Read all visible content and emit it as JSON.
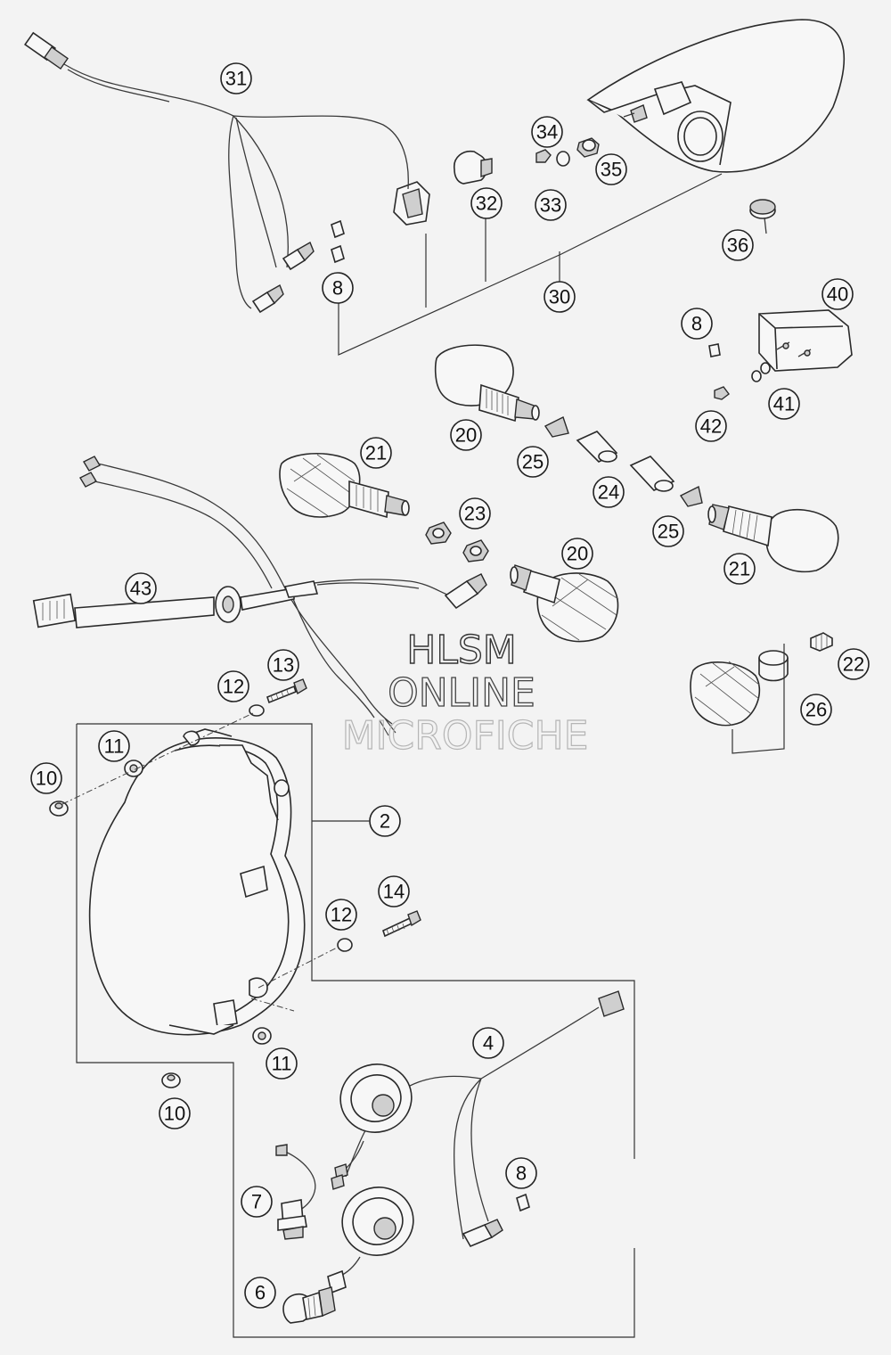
{
  "diagram": {
    "callouts": [
      {
        "id": "c31",
        "label": "31"
      },
      {
        "id": "c34",
        "label": "34"
      },
      {
        "id": "c35",
        "label": "35"
      },
      {
        "id": "c32",
        "label": "32"
      },
      {
        "id": "c33",
        "label": "33"
      },
      {
        "id": "c36",
        "label": "36"
      },
      {
        "id": "c8a",
        "label": "8"
      },
      {
        "id": "c30",
        "label": "30"
      },
      {
        "id": "c40",
        "label": "40"
      },
      {
        "id": "c8b",
        "label": "8"
      },
      {
        "id": "c41",
        "label": "41"
      },
      {
        "id": "c42",
        "label": "42"
      },
      {
        "id": "c20a",
        "label": "20"
      },
      {
        "id": "c21a",
        "label": "21"
      },
      {
        "id": "c25a",
        "label": "25"
      },
      {
        "id": "c24",
        "label": "24"
      },
      {
        "id": "c23",
        "label": "23"
      },
      {
        "id": "c25b",
        "label": "25"
      },
      {
        "id": "c20b",
        "label": "20"
      },
      {
        "id": "c21b",
        "label": "21"
      },
      {
        "id": "c43",
        "label": "43"
      },
      {
        "id": "c22",
        "label": "22"
      },
      {
        "id": "c13",
        "label": "13"
      },
      {
        "id": "c12a",
        "label": "12"
      },
      {
        "id": "c26",
        "label": "26"
      },
      {
        "id": "c11a",
        "label": "11"
      },
      {
        "id": "c10a",
        "label": "10"
      },
      {
        "id": "c2",
        "label": "2"
      },
      {
        "id": "c14",
        "label": "14"
      },
      {
        "id": "c12b",
        "label": "12"
      },
      {
        "id": "c4",
        "label": "4"
      },
      {
        "id": "c11b",
        "label": "11"
      },
      {
        "id": "c10b",
        "label": "10"
      },
      {
        "id": "c8c",
        "label": "8"
      },
      {
        "id": "c7",
        "label": "7"
      },
      {
        "id": "c6",
        "label": "6"
      }
    ]
  },
  "watermark": {
    "line1": "HLSM",
    "line2": "ONLINE",
    "line3": "MICROFICHE"
  }
}
